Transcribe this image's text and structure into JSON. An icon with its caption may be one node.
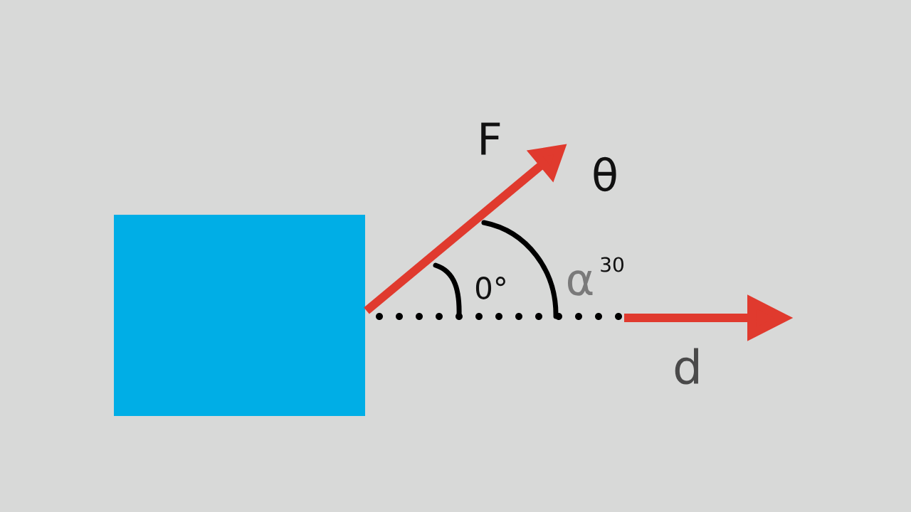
{
  "diagram": {
    "nodes": [
      {
        "text": [],
        "shape": "box"
      }
    ],
    "labels": [
      "F",
      "θ",
      "30",
      "0°",
      "α",
      "d"
    ]
  }
}
